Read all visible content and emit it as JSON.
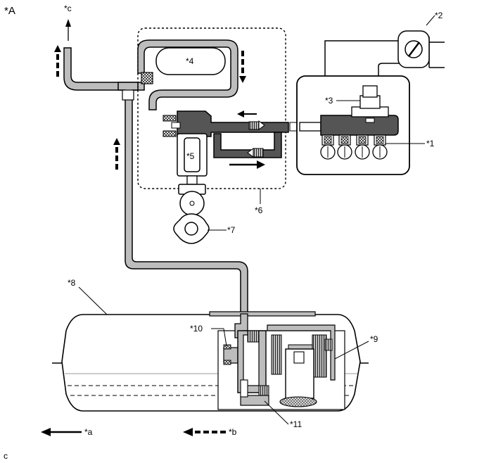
{
  "figure": {
    "panel_label": "*A",
    "footer_code": "c"
  },
  "callouts": {
    "c1": "*1",
    "c2": "*2",
    "c3": "*3",
    "c4": "*4",
    "c5": "*5",
    "c6": "*6",
    "c7": "*7",
    "c8": "*8",
    "c9": "*9",
    "c10": "*10",
    "c11": "*11",
    "cc": "*c"
  },
  "legend": {
    "solid_arrow_label": "*a",
    "dashed_arrow_label": "*b"
  },
  "colors": {
    "pipe_fill": "#bdbdbd",
    "dark_pipe_fill": "#555555",
    "outline": "#000000",
    "fuel_level_line": "#9a9a9a",
    "background": "#ffffff"
  },
  "icons": {
    "throttle_body": "throttle-body-icon",
    "check_valve": "check-valve-icon",
    "fuel_filter": "fuel-filter-icon",
    "injector": "injector-icon"
  }
}
